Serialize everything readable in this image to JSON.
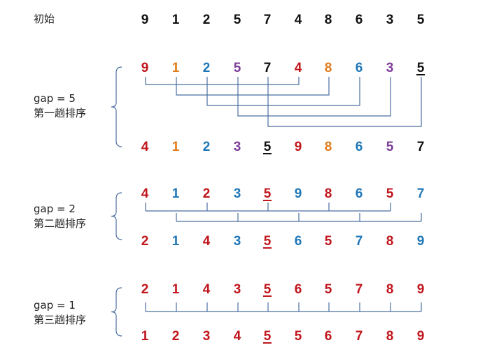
{
  "colors": {
    "red": "#c0161c",
    "orange": "#e07b1a",
    "blue": "#1f77b8",
    "purple": "#7d3c98",
    "black": "#111111",
    "bracket": "#4a6fa0"
  },
  "initial": {
    "label": "初始",
    "values": [
      "9",
      "1",
      "2",
      "5",
      "7",
      "4",
      "8",
      "6",
      "3",
      "5"
    ]
  },
  "passes": [
    {
      "gap_label": "gap = 5",
      "pass_label": "第一趟排序",
      "before": {
        "values": [
          "9",
          "1",
          "2",
          "5",
          "7",
          "4",
          "8",
          "6",
          "3",
          "5"
        ],
        "colors": [
          "red",
          "orange",
          "blue",
          "purple",
          "black",
          "red",
          "orange",
          "blue",
          "purple",
          "black"
        ],
        "underline": 9
      },
      "after": {
        "values": [
          "4",
          "1",
          "2",
          "3",
          "5",
          "9",
          "8",
          "6",
          "5",
          "7"
        ],
        "colors": [
          "red",
          "orange",
          "blue",
          "purple",
          "black",
          "red",
          "orange",
          "blue",
          "purple",
          "black"
        ],
        "underline": 4
      }
    },
    {
      "gap_label": "gap = 2",
      "pass_label": "第二趟排序",
      "before": {
        "values": [
          "4",
          "1",
          "2",
          "3",
          "5",
          "9",
          "8",
          "6",
          "5",
          "7"
        ],
        "colors": [
          "red",
          "blue",
          "red",
          "blue",
          "red",
          "blue",
          "red",
          "blue",
          "red",
          "blue"
        ],
        "underline": 4
      },
      "after": {
        "values": [
          "2",
          "1",
          "4",
          "3",
          "5",
          "6",
          "5",
          "7",
          "8",
          "9"
        ],
        "colors": [
          "red",
          "blue",
          "red",
          "blue",
          "red",
          "blue",
          "red",
          "blue",
          "red",
          "blue"
        ],
        "underline": 4
      }
    },
    {
      "gap_label": "gap = 1",
      "pass_label": "第三趟排序",
      "before": {
        "values": [
          "2",
          "1",
          "4",
          "3",
          "5",
          "6",
          "5",
          "7",
          "8",
          "9"
        ],
        "colors": [
          "red",
          "red",
          "red",
          "red",
          "red",
          "red",
          "red",
          "red",
          "red",
          "red"
        ],
        "underline": 4
      },
      "after": {
        "values": [
          "1",
          "2",
          "3",
          "4",
          "5",
          "5",
          "6",
          "7",
          "8",
          "9"
        ],
        "colors": [
          "red",
          "red",
          "red",
          "red",
          "red",
          "red",
          "red",
          "red",
          "red",
          "red"
        ],
        "underline": 4
      }
    }
  ]
}
